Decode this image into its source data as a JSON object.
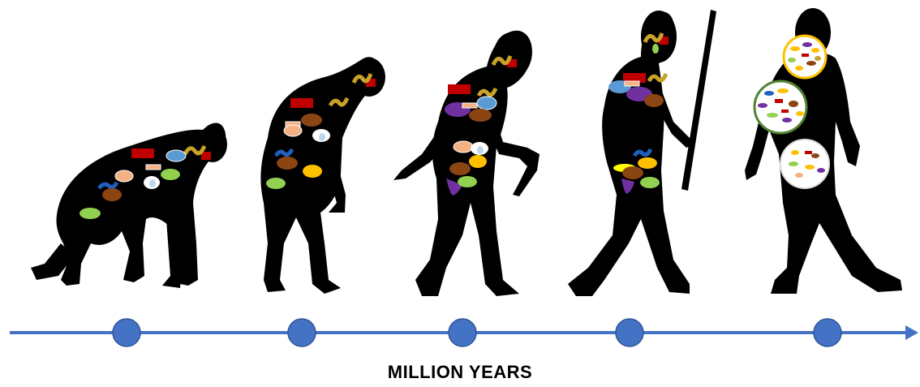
{
  "axis": {
    "label": "MILLION YEARS",
    "color": "#4472c4",
    "node_count": 5
  },
  "figures": [
    {
      "stage": "quadruped-ape",
      "silhouette_color": "#000000"
    },
    {
      "stage": "stooped-hominid",
      "silhouette_color": "#000000"
    },
    {
      "stage": "early-human",
      "silhouette_color": "#000000"
    },
    {
      "stage": "upright-human-with-staff",
      "silhouette_color": "#000000"
    },
    {
      "stage": "modern-human-with-microbiome-circles",
      "silhouette_color": "#000000"
    }
  ],
  "microbe_colors": [
    "#c00000",
    "#f4b183",
    "#8b4513",
    "#5b9bd5",
    "#92d050",
    "#ffc000",
    "#7030a0",
    "#bdd7ee",
    "#c9a227",
    "#1f5fbf"
  ]
}
